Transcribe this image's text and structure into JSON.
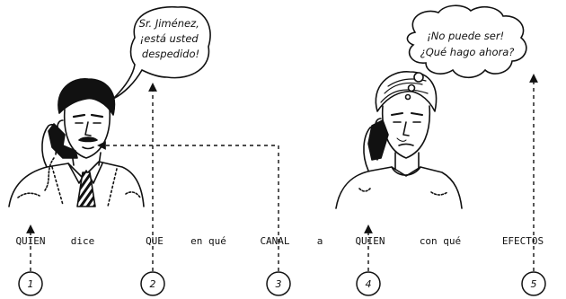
{
  "bubbles": {
    "boss_speech": [
      "Sr. Jiménez,",
      "¡está usted",
      "despedido!"
    ],
    "worker_thought": [
      "¡No puede ser!",
      "¿Qué hago ahora?"
    ]
  },
  "model_words": [
    "QUIEN",
    "dice",
    "QUE",
    "en qué",
    "CANAL",
    "a",
    "QUIEN",
    "con qué",
    "EFECTOS"
  ],
  "markers": [
    "1",
    "2",
    "3",
    "4",
    "5"
  ],
  "colors": {
    "ink": "#111111",
    "paper": "#ffffff",
    "shade": "#888888"
  }
}
